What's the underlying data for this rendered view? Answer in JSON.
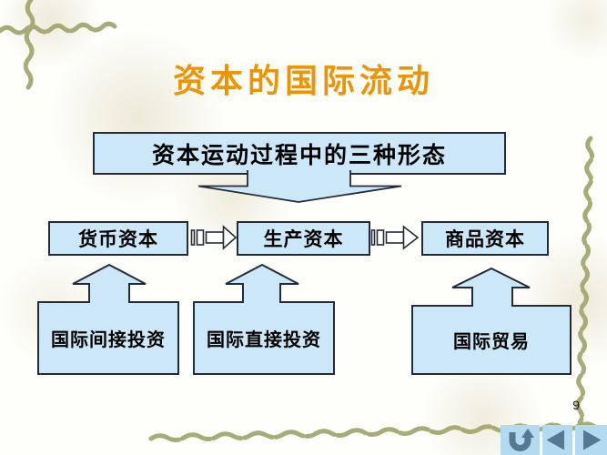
{
  "slide": {
    "title": "资本的国际流动",
    "page_number": "9"
  },
  "diagram": {
    "header_box": "资本运动过程中的三种形态",
    "middle_boxes": [
      "货币资本",
      "生产资本",
      "商品资本"
    ],
    "bottom_boxes": [
      "国际间接投资",
      "国际直接投资",
      "国际贸易"
    ]
  },
  "nav": {
    "return_icon": "u-turn-arrow",
    "prev_icon": "left-triangle",
    "next_icon": "right-triangle"
  },
  "colors": {
    "title_orange": "#ED9405",
    "shape_fill": "#cbe7f8",
    "shape_border": "#242a38",
    "decoration_olive": "#a7ab77",
    "nav_button_bg": "#b3daef",
    "nav_icon": "#567893"
  }
}
